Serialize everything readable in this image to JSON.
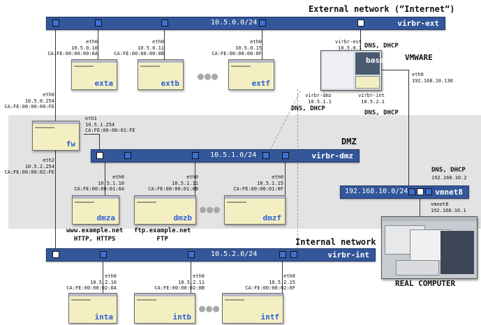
{
  "titles": {
    "external": "External network (“Internet“)",
    "dmz": "DMZ",
    "internal": "Internal network",
    "vmware": "VMWARE",
    "real_computer": "REAL COMPUTER"
  },
  "networks": {
    "ext": {
      "subnet": "10.5.0.0/24",
      "name": "virbr-ext"
    },
    "dmz": {
      "subnet": "10.5.1.0/24",
      "name": "virbr-dmz"
    },
    "int": {
      "subnet": "10.5.2.0/24",
      "name": "virbr-int"
    },
    "vmnet8": {
      "subnet": "192.168.10.0/24",
      "name": "vmnet8"
    }
  },
  "ext_hosts": [
    {
      "name": "exta",
      "iface": "eth0",
      "ip": "10.5.0.10",
      "mac": "CA:FE:00:00:00:0A"
    },
    {
      "name": "extb",
      "iface": "eth0",
      "ip": "10.5.0.11",
      "mac": "CA:FE:00:00:00:0B"
    },
    {
      "name": "extf",
      "iface": "eth0",
      "ip": "10.5.0.15",
      "mac": "CA:FE:00:00:00:0F"
    }
  ],
  "dmz_hosts": [
    {
      "name": "dmza",
      "iface": "eth0",
      "ip": "10.5.1.10",
      "mac": "CA:FE:00:00:01:0A"
    },
    {
      "name": "dmzb",
      "iface": "eth0",
      "ip": "10.5.1.11",
      "mac": "CA:FE:00:00:01:0B"
    },
    {
      "name": "dmzf",
      "iface": "eth0",
      "ip": "10.5.1.15",
      "mac": "CA:FE:00:00:01:0F"
    }
  ],
  "int_hosts": [
    {
      "name": "inta",
      "iface": "eth0",
      "ip": "10.5.2.10",
      "mac": "CA:FE:00:00:02:0A"
    },
    {
      "name": "intb",
      "iface": "eth0",
      "ip": "10.5.2.11",
      "mac": "CA:FE:00:00:02:0B"
    },
    {
      "name": "intf",
      "iface": "eth0",
      "ip": "10.5.2.15",
      "mac": "CA:FE:00:00:02:0F"
    }
  ],
  "fw": {
    "name": "fw",
    "eth0": {
      "iface": "eth0",
      "ip": "10.5.0.254",
      "mac": "CA:FE:00:00:00:FE"
    },
    "eth1": {
      "iface": "eth1",
      "ip": "10.5.1.254",
      "mac": "CA:FE:00:00:01:FE"
    },
    "eth2": {
      "iface": "eth2",
      "ip": "10.5.2.254",
      "mac": "CA:FE:00:00:02:FE"
    }
  },
  "base": {
    "name": "base",
    "ext": {
      "iface": "virbr-ext",
      "ip": "10.5.0.1"
    },
    "dmz": {
      "iface": "virbr-dmz",
      "ip": "10.5.1.1"
    },
    "int": {
      "iface": "virbr-int",
      "ip": "10.5.2.1"
    },
    "eth0": {
      "iface": "eth0",
      "ip": "192.168.10.136"
    }
  },
  "services": {
    "dns_dhcp": "DNS, DHCP",
    "www_name": "www.example.net",
    "www_proto": "HTTP, HTTPS",
    "ftp_name": "ftp.example.net",
    "ftp_proto": "FTP"
  },
  "vmnet8_host": {
    "ip_dhcp": "192.168.10.2",
    "iface": "vmnet8",
    "ip": "192.168.10.1"
  },
  "ellipsis": "●●●"
}
